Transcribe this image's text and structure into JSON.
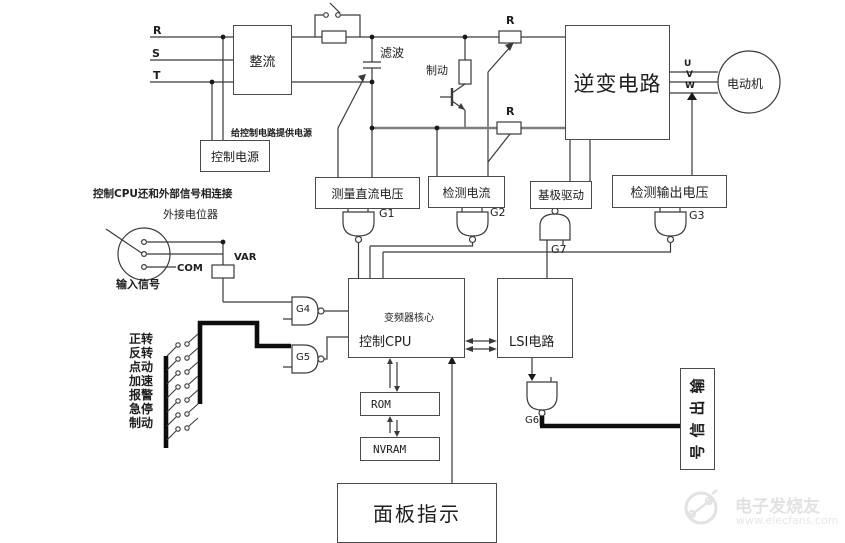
{
  "diagram": {
    "phases": {
      "r": "R",
      "s": "S",
      "t": "T"
    },
    "outputs": {
      "u": "U",
      "v": "V",
      "w": "W"
    },
    "resistor_labels": {
      "top": "R",
      "bottom": "R"
    },
    "blocks": {
      "rectifier": "整流",
      "filter_label": "滤波",
      "brake_label": "制动",
      "inverter": "逆变电路",
      "motor": "电动机",
      "control_power": "控制电源",
      "measure_dc_voltage": "测量直流电压",
      "detect_current": "检测电流",
      "base_drive": "基极驱动",
      "detect_output_voltage": "检测输出电压",
      "cpu_title": "变频器核心",
      "cpu_name": "控制CPU",
      "lsi": "LSI电路",
      "rom": "ROM",
      "nvram": "NVRAM",
      "panel": "面板指示"
    },
    "output_signal_chars": [
      "输",
      "出",
      "信",
      "号"
    ],
    "gates": {
      "g1": "G1",
      "g2": "G2",
      "g3": "G3",
      "g4": "G4",
      "g5": "G5",
      "g6": "G6",
      "g7": "G7"
    },
    "notes": {
      "power_supply_note": "给控制电路提供电源",
      "cpu_external_note": "控制CPU还和外部信号相连接",
      "external_pot": "外接电位器",
      "input_signal": "输入信号",
      "com": "COM",
      "var": "VAR"
    },
    "switch_inputs": [
      "正转",
      "反转",
      "点动",
      "加速",
      "报警",
      "急停",
      "制动"
    ]
  },
  "watermark": {
    "brand": "电子发烧友",
    "site": "www.elecfans.com"
  }
}
